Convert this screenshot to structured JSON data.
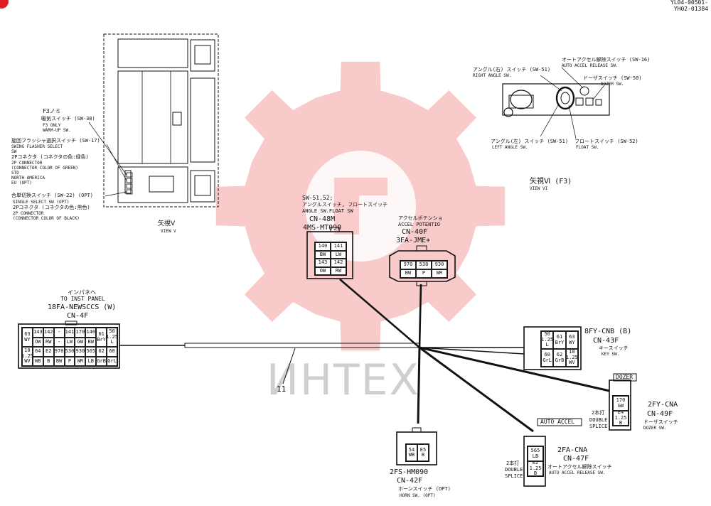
{
  "doc_ids": [
    "YL04-00501-",
    "YH02-01384"
  ],
  "watermark": "ИНТЕХ",
  "view_v": {
    "title_jp": "矢視Ⅴ",
    "title_en": "VIEW V",
    "f3_jp": "F3ノミ",
    "warmup_jp": "暖気スイッチ (SW-38)",
    "f3_only": "F3 ONLY",
    "warmup_en": "WARM-UP SW.",
    "swing_jp": "旋回フラッシャ選択スイッチ (SW-17)",
    "swing_en": "SWING FLASHER SELECT",
    "swing_en2": "SW",
    "conn2p_green_jp": "2Pコネクタ (コネクタの色:緑色)",
    "conn2p_en": "2P CONNECTOR",
    "green_en": "(CONNECTOR COLOR OF GREEN)",
    "std": "STD",
    "na": "NORTH AMERICA",
    "eu": "EU (OPT)",
    "single_jp": "合単切換スイッチ (SW-22) (OPT)",
    "single_en": "SINGLE SELECT SW (OPT)",
    "conn2p_black_jp": "2Pコネクタ (コネクタの色:黒色)",
    "conn2p_en2": "2P CONNECTOR",
    "black_en": "(CONNECTOR COLOR OF BLACK)"
  },
  "view_vi": {
    "title": "矢視Ⅵ (F3)",
    "title_en": "VIEW VI",
    "auto_jp": "オートアクセル解除スイッチ (SW-16)",
    "auto_en": "AUTO ACCEL RELEASE SW.",
    "right_jp": "アングル(右) スイッチ (SW-51)",
    "right_en": "RIGHT ANGLE SW.",
    "dozer_jp": "ドーザスイッチ (SW-50)",
    "dozer_en": "DOZER SW.",
    "left_jp": "アングル(左) スイッチ (SW-51)",
    "left_en": "LEFT ANGLE SW.",
    "float_jp": "フロートスイッチ (SW-52)",
    "float_en": "FLOAT SW."
  },
  "harness_label": "11",
  "connectors": {
    "cn48m": {
      "title1": "SW-51,52;",
      "title2": "アングルスイッチ, フロートスイッチ",
      "title3": "ANGLE SW.FLOAT SW",
      "name": "CN-48M",
      "part": "4MS-MT090",
      "cells": [
        "140",
        "141",
        "BW",
        "LW",
        "143",
        "142",
        "OW",
        "RW"
      ]
    },
    "cn40f": {
      "title1": "アクセルポテンショ",
      "title2": "ACCEL POTENTIO",
      "name": "CN-40F",
      "part": "3FA-JME+",
      "cells": [
        "970",
        "530",
        "930",
        "BW",
        "P",
        "WR"
      ]
    },
    "cn4f": {
      "title1": "インパネへ",
      "title2": "TO INST PANEL",
      "part": "18FA-NEWSCCS (W)",
      "name": "CN-4F",
      "cells": [
        "63\nWY",
        "143",
        "142",
        "-",
        "141",
        "170",
        "140",
        "61\nBrY",
        "50\n1.25\nL",
        "OW",
        "RW",
        "-",
        "LW",
        "GW",
        "BW",
        "10\n1.25\nWV",
        "64",
        "E2",
        "970",
        "530",
        "930",
        "565",
        "62",
        "60",
        "WB",
        "B",
        "BW",
        "P",
        "WR",
        "LB",
        "GrB",
        "GrL"
      ]
    },
    "cn43f": {
      "part": "8FY-CNB (B)",
      "name": "CN-43F",
      "sub_jp": "キースイッチ",
      "sub_en": "KEY SW.",
      "cells": [
        "50\n1.25\nL",
        "61\nBrY",
        "63\nWY",
        "60\nGrL",
        "62\nGrB",
        "10\n1.25\nWV"
      ]
    },
    "cn49f": {
      "tag": "DOZER",
      "part": "2FY-CNA",
      "name": "CN-49F",
      "sub_jp": "ドーザスイッチ",
      "sub_en": "DOZER SW.",
      "splice_jp": "2本打",
      "splice1": "DOUBLE",
      "splice2": "SPLICE",
      "cells": [
        "170\nGW",
        "E4\n1.25\nB"
      ]
    },
    "cn47f": {
      "tag": "AUTO ACCEL",
      "part": "2FA-CNA",
      "name": "CN-47F",
      "sub_jp": "オートアクセル解除スイッチ",
      "sub_en": "AUTO ACCEL RELEASE SW.",
      "splice_jp": "2本打",
      "splice1": "DOUBLE",
      "splice2": "SPLICE",
      "cells": [
        "565\nLB",
        "E2\n1.25\nB"
      ]
    },
    "cn42f": {
      "part": "2FS-HM090",
      "name": "CN-42F",
      "sub_jp": "ホーンスイッチ (OPT)",
      "sub_en": "HORN SW. (OPT)",
      "cells": [
        "54\nWB",
        "E5\nB"
      ]
    }
  },
  "colors": {
    "ink": "#111111",
    "watermark_red": "#f08a8a",
    "badge_red": "#e01b24"
  }
}
